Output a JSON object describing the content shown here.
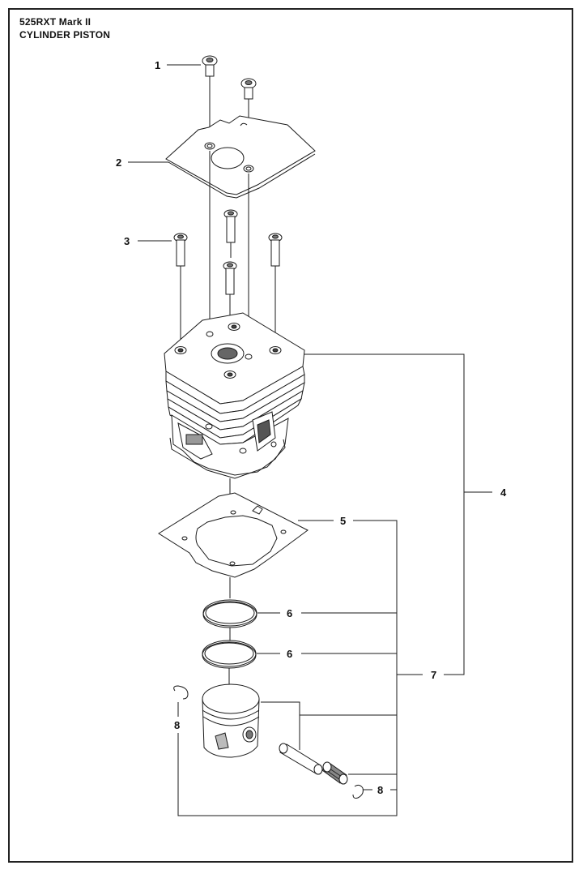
{
  "header": {
    "model": "525RXT Mark II",
    "section": "CYLINDER PISTON"
  },
  "callouts": {
    "c1": "1",
    "c2": "2",
    "c3": "3",
    "c4": "4",
    "c5": "5",
    "c6a": "6",
    "c6b": "6",
    "c7": "7",
    "c8a": "8",
    "c8b": "8"
  },
  "colors": {
    "line": "#1a1a1a",
    "shade": "#c8c8c8",
    "dark": "#555555"
  }
}
